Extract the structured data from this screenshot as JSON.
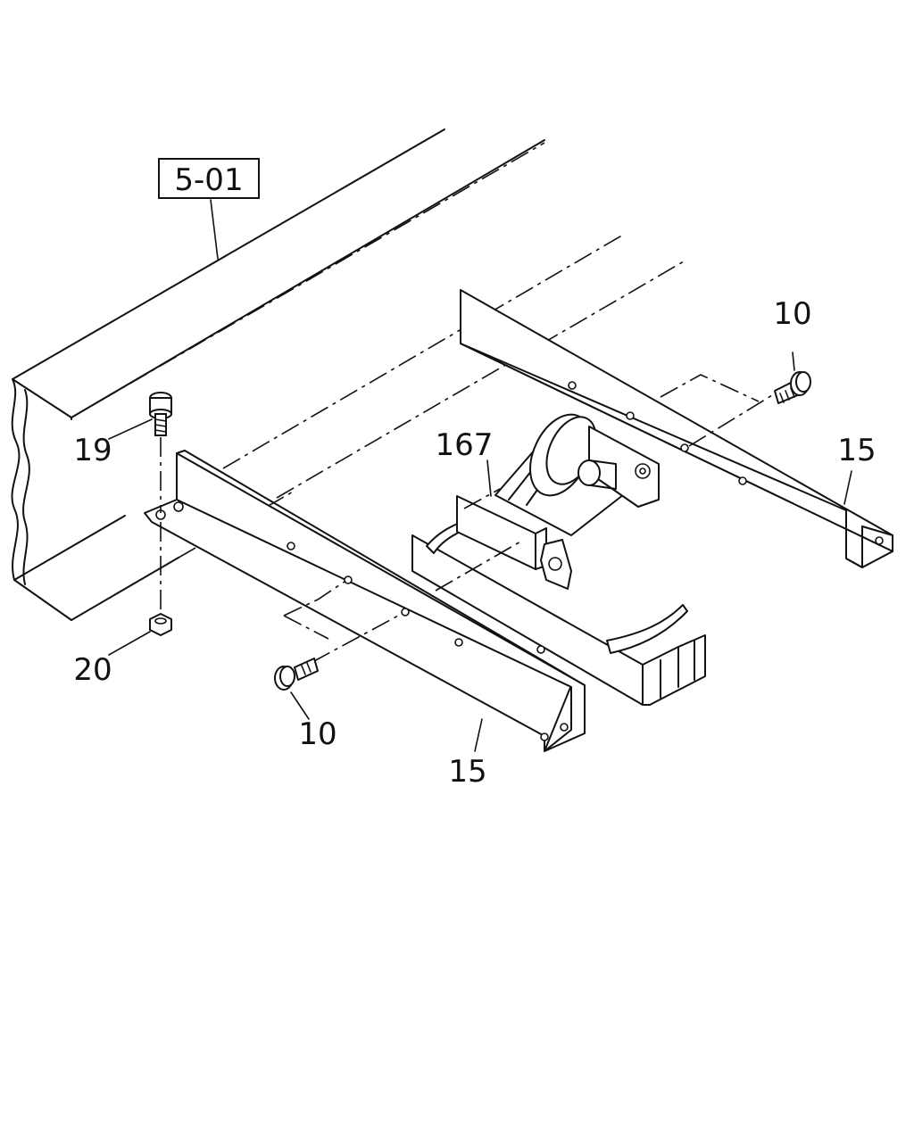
{
  "diagram": {
    "reference_box": "5-01",
    "callouts": {
      "bolt_top_right": "10",
      "bracket_right": "15",
      "hanger_assembly": "167",
      "bolt_upper_left": "19",
      "nut_left": "20",
      "bolt_lower": "10",
      "bracket_lower": "15"
    }
  }
}
